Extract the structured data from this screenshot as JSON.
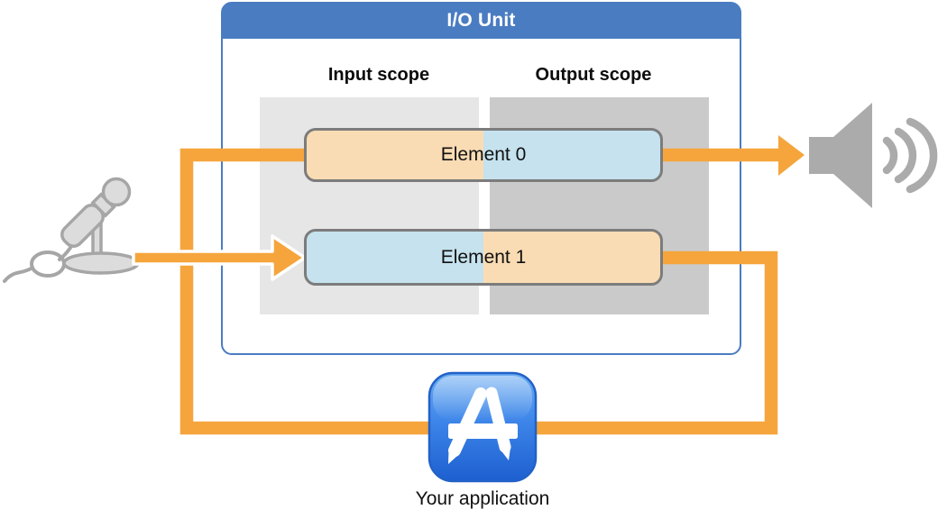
{
  "diagram": {
    "title": "I/O Unit",
    "scopes": {
      "input_label": "Input scope",
      "output_label": "Output scope"
    },
    "elements": [
      {
        "label": "Element 0"
      },
      {
        "label": "Element 1"
      }
    ],
    "app_label": "Your application",
    "icons": [
      "microphone-icon",
      "speaker-icon",
      "sound-waves-icon",
      "app-store-icon"
    ],
    "flows": [
      {
        "from": "microphone",
        "to": "element-1-input-scope",
        "arrowhead": true
      },
      {
        "from": "element-1-output-scope",
        "to": "your-application",
        "arrowhead": false
      },
      {
        "from": "your-application",
        "to": "element-0-input-scope",
        "arrowhead": false
      },
      {
        "from": "element-0-output-scope",
        "to": "speaker",
        "arrowhead": true
      }
    ]
  },
  "colors": {
    "accent_orange": "#F5A53C",
    "header_blue": "#4A7CC2",
    "element_peach": "#FADCB4",
    "element_blue": "#C5E2EE",
    "input_scope_gray": "#E6E6E6",
    "output_scope_gray": "#CACACA",
    "element_border_gray": "#7C7C7C",
    "icon_gray": "#ABABAB",
    "app_border_blue": "#2261C8",
    "app_blue_top": "#6AACF2",
    "app_blue_mid": "#3D85E9",
    "app_blue_bottom": "#1D5FD0"
  }
}
